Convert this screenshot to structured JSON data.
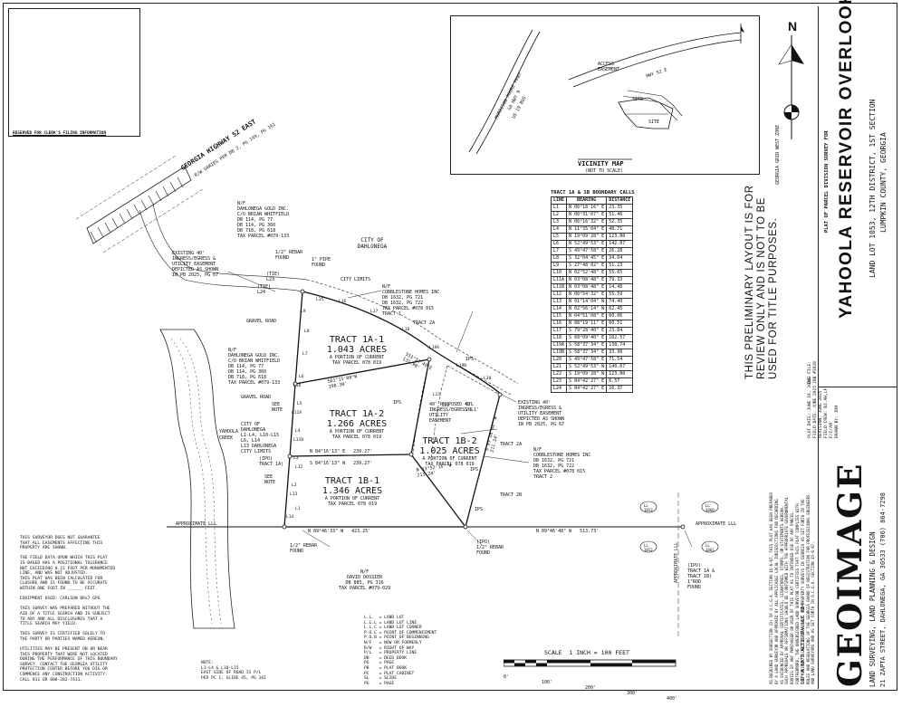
{
  "title_block": {
    "project_name": "YAHOOLA RESERVOIR OVERLOOK",
    "plat_type": "PLAT OF PARCEL DIVISION SURVEY FOR",
    "location_line1": "LAND LOT 1053, 12TH DISTRICT, 1ST SECTION",
    "location_line2": "LUMPKIN COUNTY, GEORGIA",
    "company": "GEOIMAGE",
    "company_services": "LAND SURVEYING, LAND PLANNING & DESIGN",
    "company_address": "21 ZAPTA STREET, DAHLONEGA, GA 30533  (706) 864-7298",
    "license": "LSF # 1072  ALTISURV LLC 024",
    "plat_dates": "PLAT DATE: JUNE 18, 2025\nFIELD DATE: JUNE 2025\nREVISION: JUNE 2025\nFIELD CREW: BJ,AH,LF\nF/I/AM\nDRAWN BY: JDM",
    "dwg_info": "DWG FILE:\nJOB #3028"
  },
  "preliminary_note": "THIS PRELIMINARY LAYOUT IS FOR REVIEW ONLY AND IS NOT TO BE USED FOR TITLE PURPOSES.",
  "north_label": "N",
  "grid_label": "GEORGIA GRID WEST ZONE",
  "clerk_box": "RESERVED FOR CLERK'S FILING INFORMATION",
  "vicinity_map": {
    "title": "VICINITY MAP",
    "subtitle": "(NOT TO SCALE)",
    "labels": [
      "ACCESS EASEMENT",
      "SITE",
      "SITE",
      "HWY 52 E",
      "MORRISON MOORE PKWY",
      "GA HWY 9",
      "US 19 BUS"
    ]
  },
  "boundary_table": {
    "title": "TRACT 1A & 1B BOUNDARY CALLS",
    "headers": [
      "LINE",
      "BEARING",
      "DISTANCE"
    ],
    "rows": [
      [
        "L1",
        "N 06°18'16\" E",
        "23.35"
      ],
      [
        "L2",
        "N 06°31'07\" E",
        "51.46"
      ],
      [
        "L3",
        "N 06°16'32\" E",
        "52.35"
      ],
      [
        "L4",
        "N 11°35'04\" E",
        "48.71"
      ],
      [
        "L5",
        "N 19°09'28\" E",
        "123.80"
      ],
      [
        "L6",
        "N 52°49'53\" E",
        "142.87"
      ],
      [
        "L7",
        "S 49°47'58\" E",
        "26.28"
      ],
      [
        "L8",
        "S 32°04'45\" E",
        "34.04"
      ],
      [
        "L9",
        "S 27°48'02\" E",
        "51.23"
      ],
      [
        "L10",
        "N 02°52'48\" E",
        "55.65"
      ],
      [
        "L11A",
        "N 03°08'48\" E",
        "79.33"
      ],
      [
        "L11B",
        "N 03°08'48\" E",
        "14.48"
      ],
      [
        "L12",
        "N 06°54'32\" E",
        "55.59"
      ],
      [
        "L13",
        "N 01°14'04\" W",
        "74.40"
      ],
      [
        "L14",
        "N 02°56'14\" W",
        "62.45"
      ],
      [
        "L15",
        "N 04°51'08\" E",
        "60.06"
      ],
      [
        "L16",
        "N 88°19'11\" E",
        "60.51"
      ],
      [
        "L17",
        "S 79°28'40\" E",
        "23.84"
      ],
      [
        "L18",
        "S 68°09'40\" E",
        "102.57"
      ],
      [
        "L19A",
        "S 58°37'34\" E",
        "138.74"
      ],
      [
        "L19B",
        "S 58°37'34\" E",
        "33.98"
      ],
      [
        "L20",
        "S 49°47'58\" E",
        "71.54"
      ],
      [
        "L21",
        "S 52°49'53\" W",
        "140.67"
      ],
      [
        "L22",
        "S 19°09'28\" W",
        "123.80"
      ],
      [
        "L23",
        "S 84°42'27\" E",
        "6.57"
      ],
      [
        "L24",
        "S 84°42'27\" E",
        "16.37"
      ]
    ]
  },
  "plan": {
    "highway": "GEORGIA HIGHWAY 52 EAST",
    "highway_sub": "R/W VARIES PER DB 2, PG 149, PG 161",
    "city": "CITY OF DAHLONEGA",
    "city_limits": "CITY LIMITS",
    "gravel_road": "GRAVEL ROAD",
    "gravel_road2": "GRAVEL ROAD",
    "creek": "YAHOOLA CREEK",
    "tract_1a1": "TRACT 1A-1",
    "tract_1a1_acres": "1.043 ACRES",
    "tract_1a1_sub": "A PORTION OF CURRENT\nTAX PARCEL 078 019",
    "tract_1a2": "TRACT 1A-2",
    "tract_1a2_acres": "1.266 ACRES",
    "tract_1a2_sub": "A PORTION OF CURRENT\nTAX PARCEL 078 019",
    "tract_1b1": "TRACT 1B-1",
    "tract_1b1_acres": "1.346 ACRES",
    "tract_1b1_sub": "A PORTION OF CURRENT\nTAX PARCEL 078 019",
    "tract_1b2": "TRACT 1B-2",
    "tract_1b2_acres": "1.025 ACRES",
    "tract_1b2_sub": "A PORTION OF CURRENT\nTAX PARCEL 078 019",
    "tract_2a": "TRACT 2A",
    "tract_2a_b": "TRACT 2A",
    "tract_2b": "TRACT 2B",
    "owner_nw": "N/F\nDAHLONEGA GOLD INC.\nC/O BRIAN WHITFIELD\nDB 114, PG 77\nDB 114, PG 360\nDB 718, PG 618\nTAX PARCEL #079-133",
    "owner_w": "N/F\nDAHLONEGA GOLD INC.\nC/O BRIAN WHITFIELD\nDB 114, PG 77\nDB 114, PG 360\nDB 718, PG 618\nTAX PARCEL #079-133",
    "owner_ne": "N/F\nCOBBLESTONE HOMES INC\nDB 1632, PG 721\nDB 1632, PG 722\nTAX PARCEL #078 015\nTRACT 1",
    "owner_se": "N/F\nCOBBLESTONE HOMES INC\nDB 1632, PG 721\nDB 1632, PG 722\nTAX PARCEL #078 015\nTRACT 2",
    "owner_s": "N/F\nDAVID DOSSIER\nDB 885, PG 316\nTAX PARCEL #079-029",
    "easement_nw": "EXISTING 40'\nINGRESS/EGRESS &\nUTILITY EASEMENT\nDEPICTED AS SHOWN\nIN PB 2025, PG 67",
    "easement_ne": "EXISTING 40'\nINGRESS/EGRESS &\nUTILITY EASEMENT\nDEPICTED AS SHOWN\nIN PB 2025, PG 67",
    "easement_proposed": "40' PROPOSED 40'\nINGRESS/EGRESS &\nUTILITY\nEASEMENT",
    "city_limit_note": "CITY OF\nDAHLONEGA\nL1-L4, L10-L15\nL6, L14\nL13 DAHLONEGA\nCITY LIMITS",
    "rebar1": "1/2\" REBAR\nFOUND",
    "pipe1": "1\" PIPE\nFOUND",
    "rebar2": "1/2\" REBAR\nFOUND",
    "rebar3": "(IPO)\n1/2\" REBAR\nFOUND",
    "rebar4": "(IPO)\nTRACT 1A &\nTRACT 1B)\n1\"ROD\nFOUND",
    "ips": "IPS",
    "ips2": "IPS",
    "ips3": "IPS",
    "ips4": "IPS",
    "ipo_tract": "(IPO)\nTRACT 1A)",
    "see_note": "SEE\nNOTE",
    "see_note2": "SEE\nNOTE",
    "ll_line": "APPROXIMATE LLL",
    "ll_line2": "APPROXIMATE LLL",
    "ll_line3": "APPROXIMATE LLL",
    "ll_1053": "LL\n1053",
    "ll_1060": "LL\n1060",
    "ll_1052": "LL\n1052",
    "ll_1061": "LL\n1061",
    "bearing_s_line": "N 89°46'33\" W   423.25'",
    "bearing_s_line2": "N 89°46'48\" W   513.73'",
    "bearing_mid1": "N 84°16'13\" E   239.27'",
    "bearing_mid2": "S 84°16'13\" W   239.27'",
    "bearing_diag": "S61°15'08\"W\n198.30'",
    "bearing_diag2": "N61°15'08\"E\n198.30'",
    "bearing_1a1": "S53°32'49\"E\n131.90'",
    "bearing_1b2": "N 13°52'16\" W\n211.24'",
    "bearing_1b2b": "S 13°52'16\" E\n211.24'",
    "bearing_se": "S 05°28'44\" W\n211.24'",
    "centerline": "C/L\n20.1'",
    "tie1": "(TIE)\nL23",
    "tie2": "(TIE)\nL24",
    "line_labels": [
      "L1",
      "L2",
      "L3",
      "L4",
      "L5",
      "L6",
      "L7",
      "L8",
      "L9",
      "L10",
      "L11A",
      "L11B",
      "L12",
      "L13",
      "L14",
      "L15",
      "L16",
      "L17",
      "L18",
      "L19A",
      "L19B",
      "L20",
      "L21",
      "L22"
    ]
  },
  "notes": {
    "left": "THIS SURVEYOR DOES NOT GUARANTEE\nTHAT ALL EASEMENTS AFFECTING THIS\nPROPERTY ARE SHOWN.\n\nTHE FIELD DATA UPON WHICH THIS PLAT\nIS BASED HAS A POSITIONAL TOLERANCE\nNOT EXCEEDING 0.15 FOOT PER MONUMENTED\nLINE, AND WAS NOT ADJUSTED.\nTHIS PLAT HAS BEEN CALCULATED FOR\nCLOSURE AND IS FOUND TO BE ACCURATE\nWITHIN ONE FOOT IN ______ FEET.\n\nEQUIPMENT USED: CARLSON BRx7 GPS\n\nTHIS SURVEY WAS PREPARED WITHOUT THE\nAID OF A TITLE SEARCH AND IS SUBJECT\nTO ANY AND ALL DISCLOSURES THAT A\nTITLE SEARCH MAY YIELD.\n\nTHIS SURVEY IS CERTIFIED SOLELY TO\nTHE PARTY OR PARTIES NAMED HEREON.\n\nUTILITIES MAY BE PRESENT ON OR NEAR\nTHIS PROPERTY THAT WERE NOT LOCATED\nDURING THE PERFORMANCE OF THIS BOUNDARY\nSURVEY. CONTACT THE GEORGIA UTILITY\nPROTECTION CENTER BEFORE YOU DIG OR\nCOMMENCE ANY CONSTRUCTION ACTIVITY.\nCALL 811 OR 800-282-7411.",
    "road": "NOTE:\nL1-L4 & L10-L15\nEAST SIDE OF ROAD IS P/L\nPER PC 1, SLIDE 45, PG 161",
    "legend": "L.L.  = LAND LOT\nL.L.L = LAND LOT LINE\nL.L.C = LAND LOT CORNER\nP.O.C = POINT OF COMMENCEMENT\nP.O.B = POINT OF BEGINNING\nN/F   = NOW OR FORMERLY\nR/W   = RIGHT OF WAY\nP/L   = PROPERTY LINE\nDB    = DEED BOOK\nPG    = PAGE\nPB    = PLAT BOOK\nPC    = PLAT CABINET\nSL    = SLIDE\nPG    = PAGE",
    "certification": "AS REQUIRED BY SUBSECTION (D) OF O.C.G.A. SECTION 15-6-67, THIS PLAT HAS BEEN PREPARED\nBY A LAND SURVEYOR AND APPROVED BY ALL APPLICABLE LOCAL JURISDICTIONS FOR RECORDING\nAS EVIDENCED BY APPROVAL CERTIFICATES, SIGNATURES, STAMPS, OR STATEMENTS HEREON.\nSUCH APPROVALS OR AFFIRMATIONS SHOULD BE CONFIRMED WITH THE APPROPRIATE GOVERNMENTAL\nBODIES BY ANY PURCHASER OR USER OF THIS PLAT AS TO INTENDED USE OF ANY PARCEL.\nFURTHERMORE, THE UNDERSIGNED LAND SURVEYOR CERTIFIES THAT THIS PLAT COMPLIES WITH\nTHE MINIMUM TECHNICAL STANDARDS FOR PROPERTY SURVEYS IN GEORGIA AS SET FORTH IN THE\nRULES AND REGULATIONS OF THE GEORGIA BOARD OF REGISTRATION FOR PROFESSIONAL ENGINEERS\nAND LAND SURVEYORS AND AS SET FORTH IN O.C.G.A. SECTION 15-6-67."
  },
  "scale": {
    "label": "SCALE  1 INCH = 100 FEET",
    "ticks": [
      "0'",
      "100'",
      "200'",
      "300'",
      "400'"
    ]
  }
}
